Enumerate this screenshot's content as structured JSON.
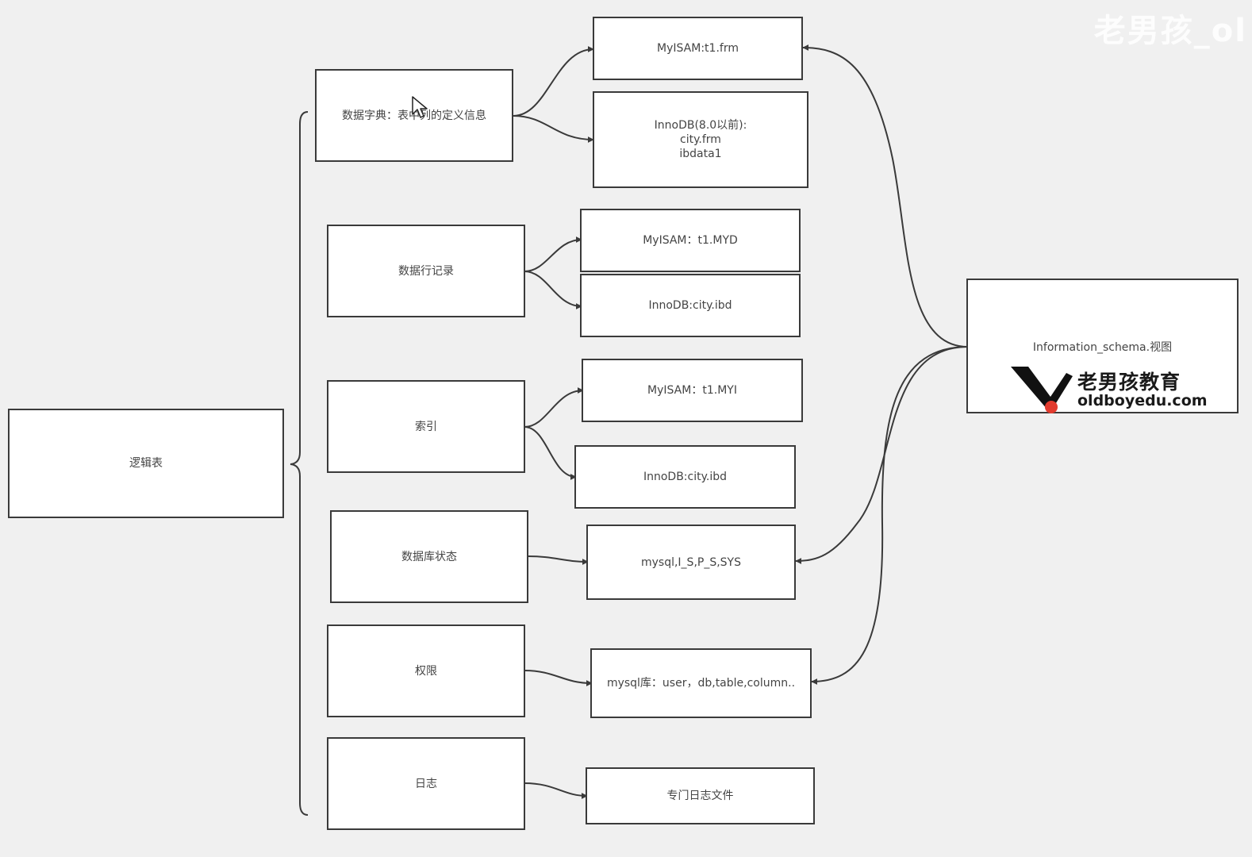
{
  "watermark": "老男孩_ol",
  "logo": {
    "brand_cn": "老男孩教育",
    "brand_en": "oldboyedu.com"
  },
  "nodes": {
    "root": "逻辑表",
    "dict": "数据字典：表中列的定义信息",
    "rows": "数据行记录",
    "index": "索引",
    "dbstatus": "数据库状态",
    "perm": "权限",
    "log": "日志",
    "dict_myisam": "MyISAM:t1.frm",
    "dict_innodb": [
      "InnoDB(8.0以前):",
      "city.frm",
      "ibdata1"
    ],
    "rows_myisam": "MyISAM：t1.MYD",
    "rows_innodb": "InnoDB:city.ibd",
    "index_myisam": "MyISAM：t1.MYI",
    "index_innodb": "InnoDB:city.ibd",
    "dbstatus_target": "mysql,I_S,P_S,SYS",
    "perm_target": "mysql库：user，db,table,column..",
    "log_target": "专门日志文件",
    "info_schema": "Information_schema.视图"
  }
}
